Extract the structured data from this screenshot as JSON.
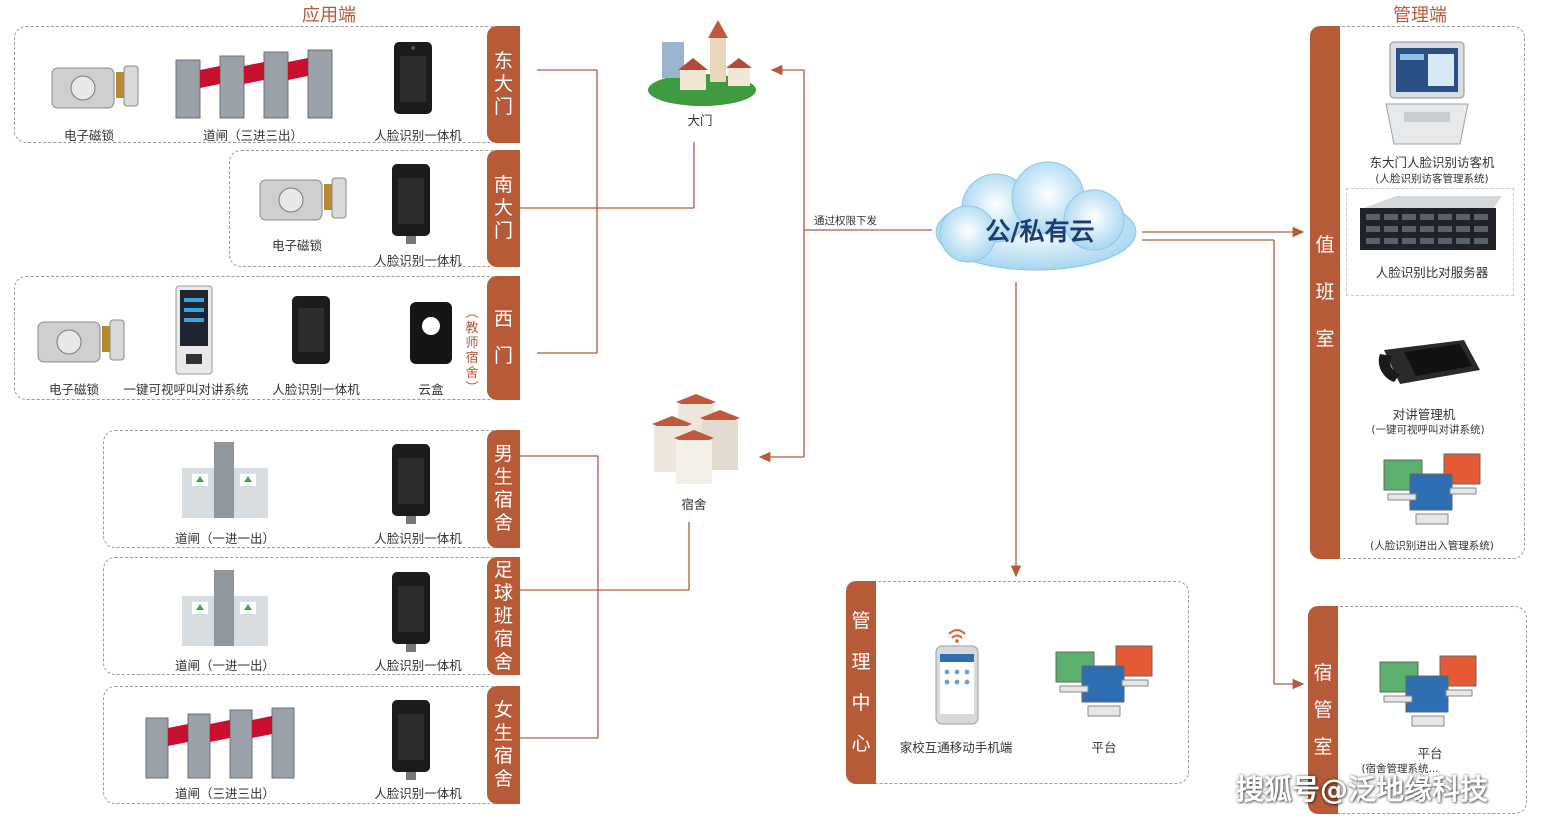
{
  "sections": {
    "app_title": "应用端",
    "mgmt_title": "管理端"
  },
  "groups": {
    "east_gate": {
      "tab": [
        "东",
        "大",
        "门"
      ],
      "items": [
        "电子磁锁",
        "道闸（三进三出）",
        "人脸识别一体机"
      ]
    },
    "south_gate": {
      "tab": [
        "南",
        "大",
        "门"
      ],
      "items": [
        "电子磁锁",
        "人脸识别一体机"
      ]
    },
    "west_gate": {
      "tab": [
        "西",
        "门"
      ],
      "items": [
        "电子磁锁",
        "一键可视呼叫对讲系统",
        "人脸识别一体机",
        "云盒"
      ],
      "note": "（教师宿舍）"
    },
    "boys_dorm": {
      "tab": [
        "男",
        "生",
        "宿",
        "舍"
      ],
      "items": [
        "道闸（一进一出）",
        "人脸识别一体机"
      ]
    },
    "football_dorm": {
      "tab": [
        "足",
        "球",
        "班",
        "宿",
        "舍"
      ],
      "items": [
        "道闸（一进一出）",
        "人脸识别一体机"
      ]
    },
    "girls_dorm": {
      "tab": [
        "女",
        "生",
        "宿",
        "舍"
      ],
      "items": [
        "道闸（三进三出）",
        "人脸识别一体机"
      ]
    }
  },
  "center": {
    "gate_label": "大门",
    "dorm_label": "宿舍",
    "cloud_label": "公/私有云",
    "permission_label": "通过权限下发"
  },
  "duty_room": {
    "tab": [
      "值",
      "班",
      "室"
    ],
    "visitor_label": "东大门人脸识别访客机",
    "visitor_sub": "(人脸识别访客管理系统)",
    "server_label": "人脸识别比对服务器",
    "intercom_label": "对讲管理机",
    "intercom_sub": "(一键可视呼叫对讲系统)",
    "access_sub": "(人脸识别进出入管理系统)"
  },
  "dorm_mgmt": {
    "tab": [
      "宿",
      "管",
      "室"
    ],
    "platform_label": "平台",
    "platform_sub": "(宿舍管理系统..."
  },
  "mgmt_center": {
    "tab": [
      "管",
      "理",
      "中",
      "心"
    ],
    "mobile_label": "家校互通移动手机端",
    "platform_label": "平台"
  },
  "watermark": "搜狐号@泛地缘科技",
  "colors": {
    "accent": "#b75a38",
    "line": "#b75a38",
    "cloud": "#9fd3ef",
    "cloud_text": "#1c3e6e"
  }
}
